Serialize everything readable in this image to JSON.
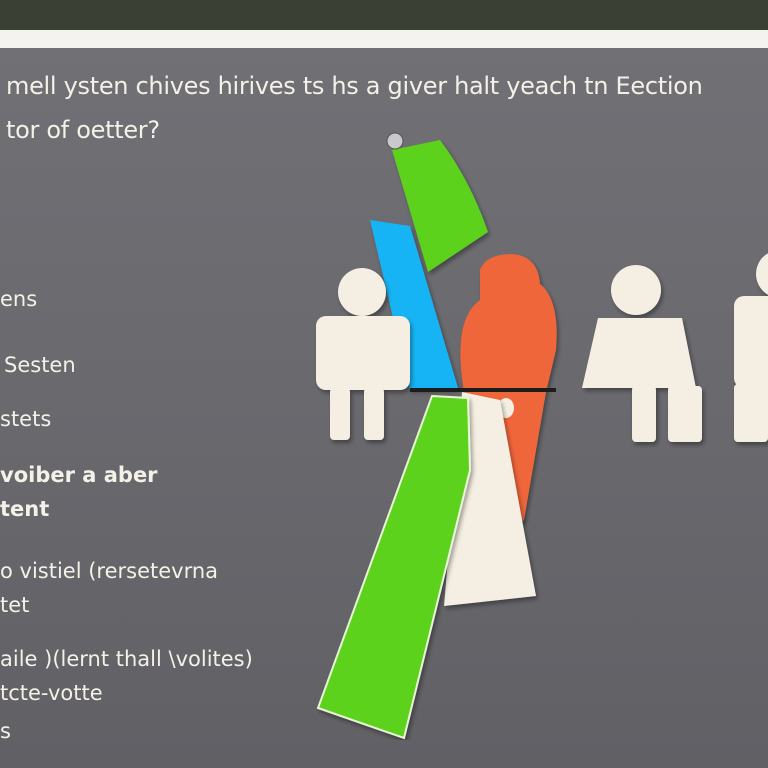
{
  "heading": {
    "line1": "mell ysten chives hirives ts hs a giver halt yeach tn Eection",
    "line2": "tor of oetter?"
  },
  "list": [
    {
      "lines": [
        "ens"
      ]
    },
    {
      "lines": [
        "Sesten"
      ]
    },
    {
      "lines": [
        "stets"
      ]
    },
    {
      "lines": [
        "voiber a aber",
        "tent"
      ]
    },
    {
      "lines": [
        "o vistiel (rersetevrna",
        "tet"
      ]
    },
    {
      "lines": [
        "aile )(lernt thall \\volites)",
        "tcte-votte"
      ]
    },
    {
      "lines": [
        "s"
      ]
    }
  ],
  "colors": {
    "background": "#6c6c70",
    "text": "#f4f1e8",
    "green": "#5dd21c",
    "blue": "#18b4f4",
    "orange": "#f0663a",
    "cream": "#f4efe2"
  }
}
